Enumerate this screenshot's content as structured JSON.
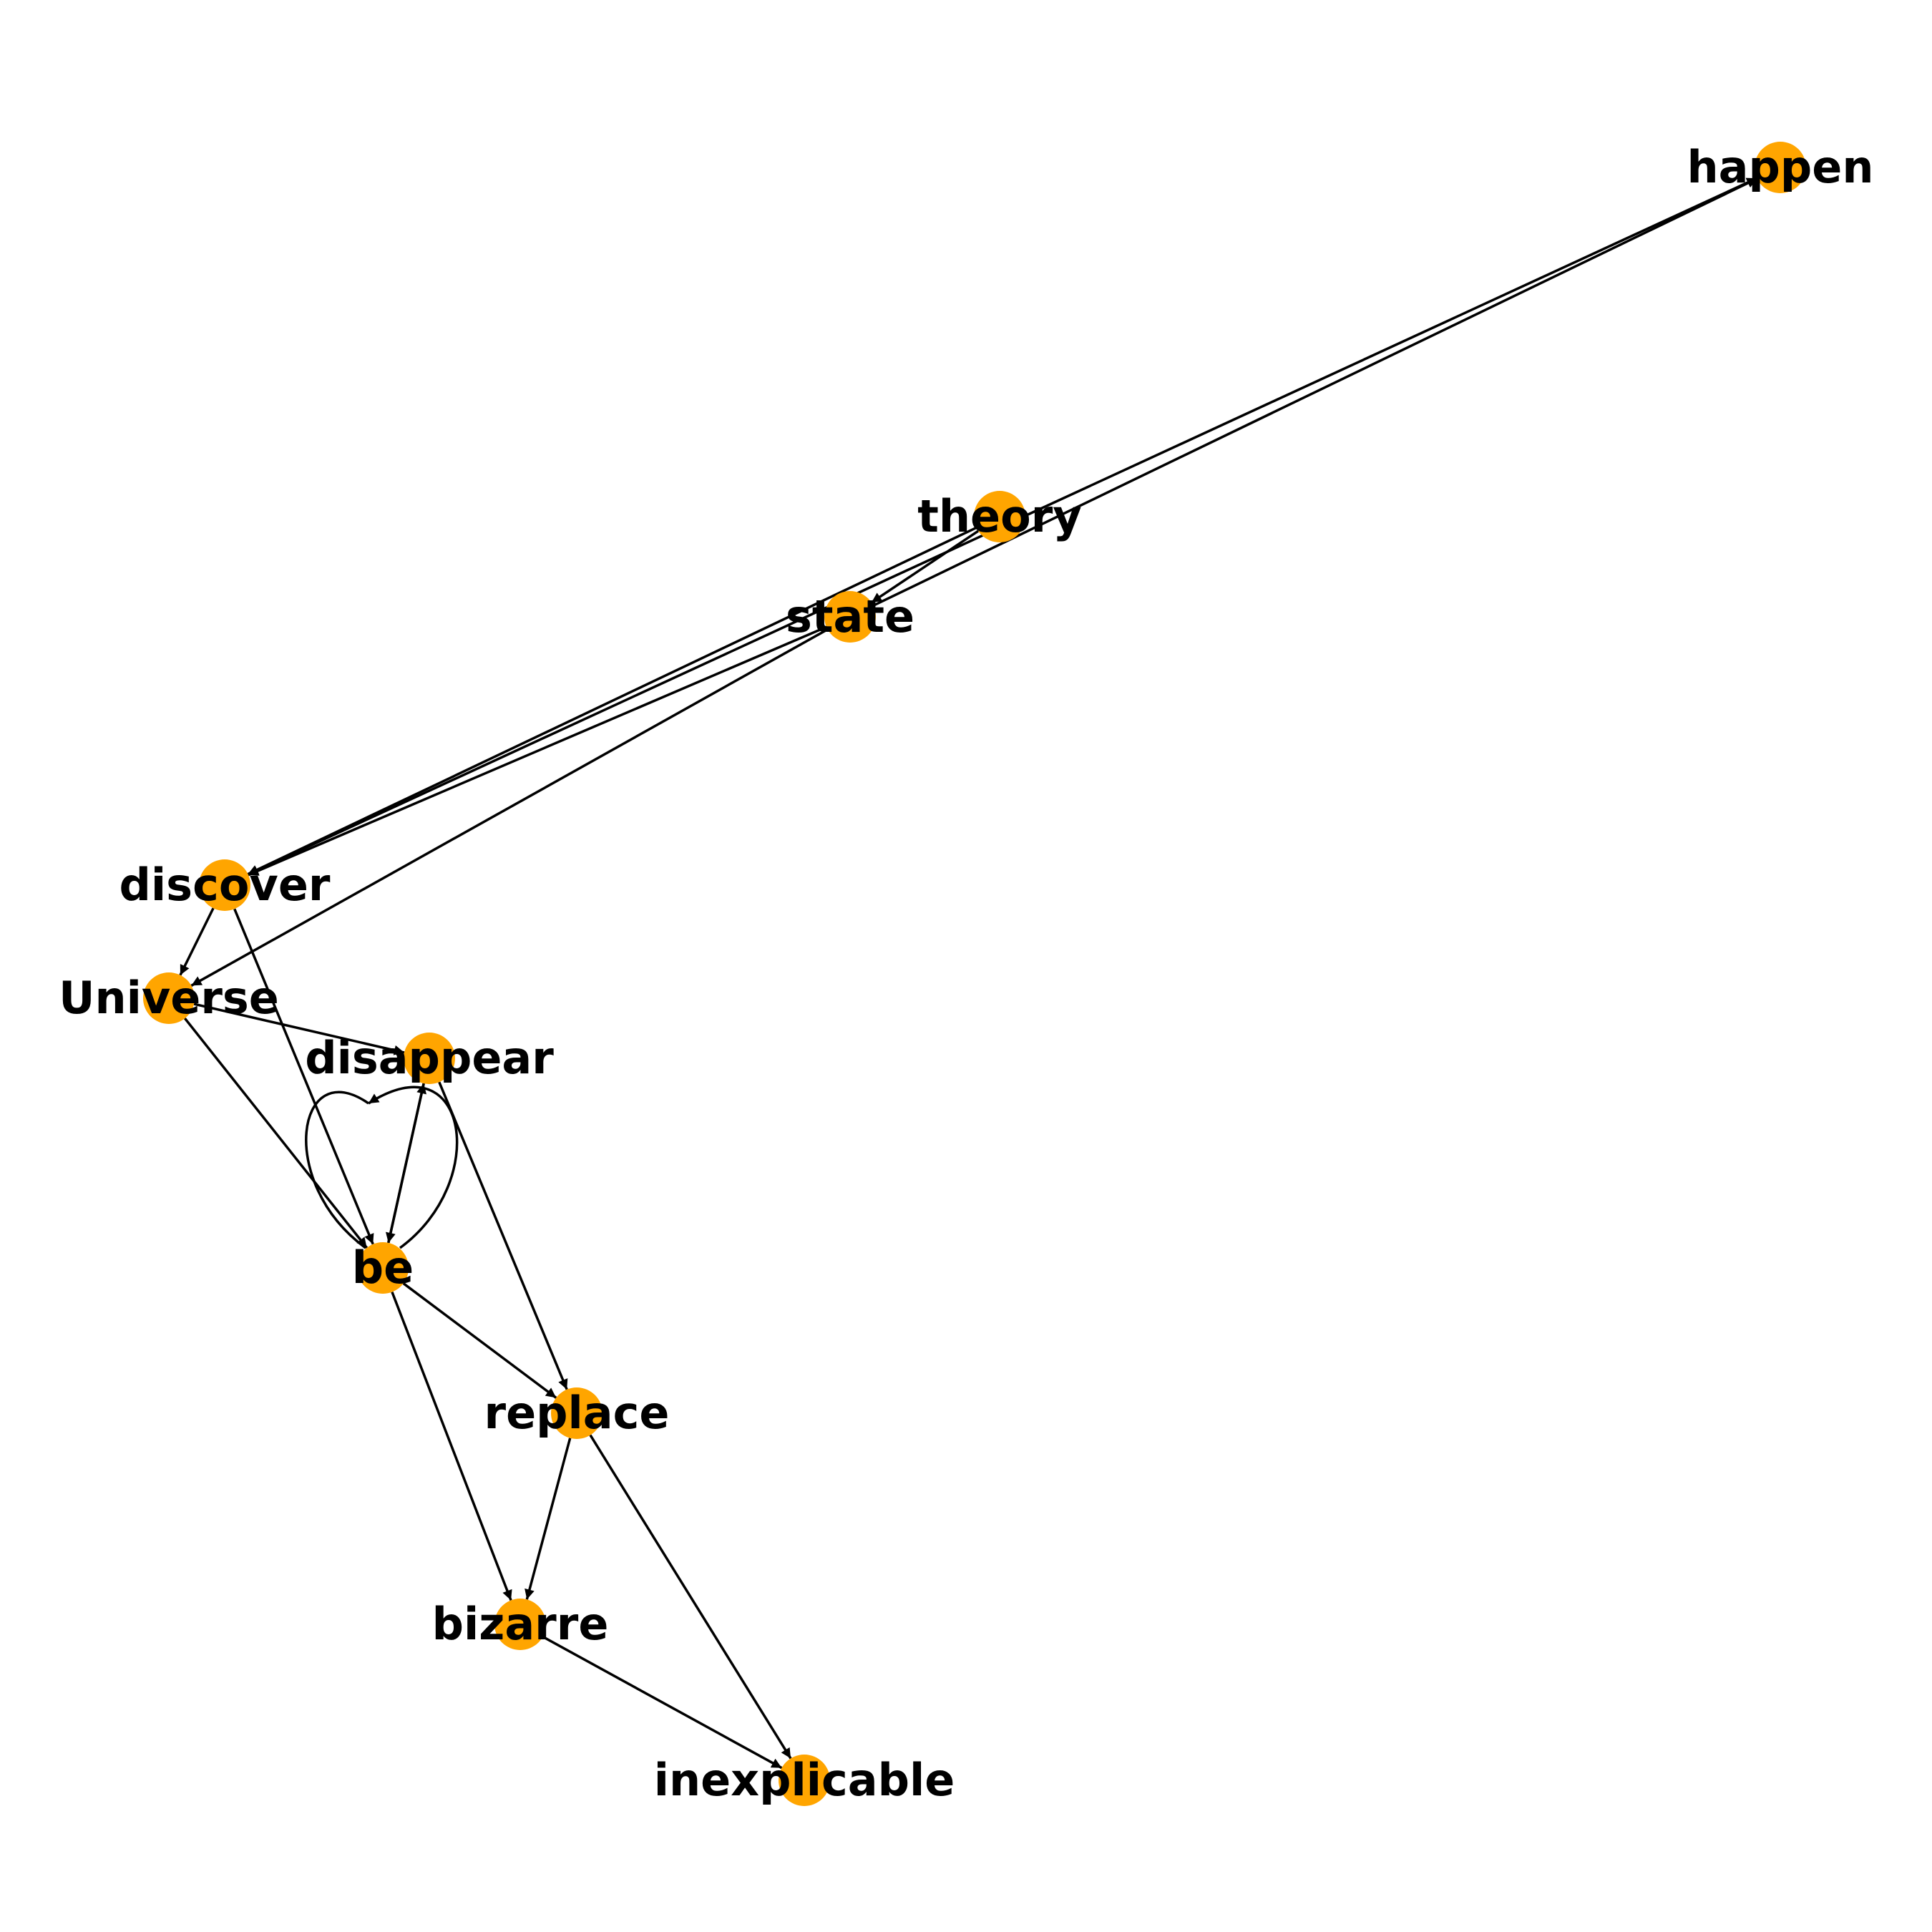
{
  "colors": {
    "node": "#FFA500",
    "edge": "#000000",
    "label": "#000000",
    "background": "#FFFFFF"
  },
  "nodes": [
    {
      "id": "happen",
      "label": "happen"
    },
    {
      "id": "theory",
      "label": "theory"
    },
    {
      "id": "state",
      "label": "state"
    },
    {
      "id": "discover",
      "label": "discover"
    },
    {
      "id": "Universe",
      "label": "Universe"
    },
    {
      "id": "disappear",
      "label": "disappear"
    },
    {
      "id": "be",
      "label": "be"
    },
    {
      "id": "replace",
      "label": "replace"
    },
    {
      "id": "bizarre",
      "label": "bizarre"
    },
    {
      "id": "inexplicable",
      "label": "inexplicable"
    }
  ],
  "edges": [
    {
      "from": "theory",
      "to": "state"
    },
    {
      "from": "theory",
      "to": "discover"
    },
    {
      "from": "state",
      "to": "happen"
    },
    {
      "from": "state",
      "to": "discover"
    },
    {
      "from": "state",
      "to": "Universe"
    },
    {
      "from": "discover",
      "to": "happen"
    },
    {
      "from": "discover",
      "to": "Universe"
    },
    {
      "from": "discover",
      "to": "be"
    },
    {
      "from": "Universe",
      "to": "disappear"
    },
    {
      "from": "Universe",
      "to": "be"
    },
    {
      "from": "disappear",
      "to": "be"
    },
    {
      "from": "disappear",
      "to": "replace"
    },
    {
      "from": "be",
      "to": "disappear"
    },
    {
      "from": "be",
      "to": "be"
    },
    {
      "from": "be",
      "to": "replace"
    },
    {
      "from": "be",
      "to": "bizarre"
    },
    {
      "from": "replace",
      "to": "bizarre"
    },
    {
      "from": "replace",
      "to": "inexplicable"
    },
    {
      "from": "bizarre",
      "to": "inexplicable"
    }
  ]
}
